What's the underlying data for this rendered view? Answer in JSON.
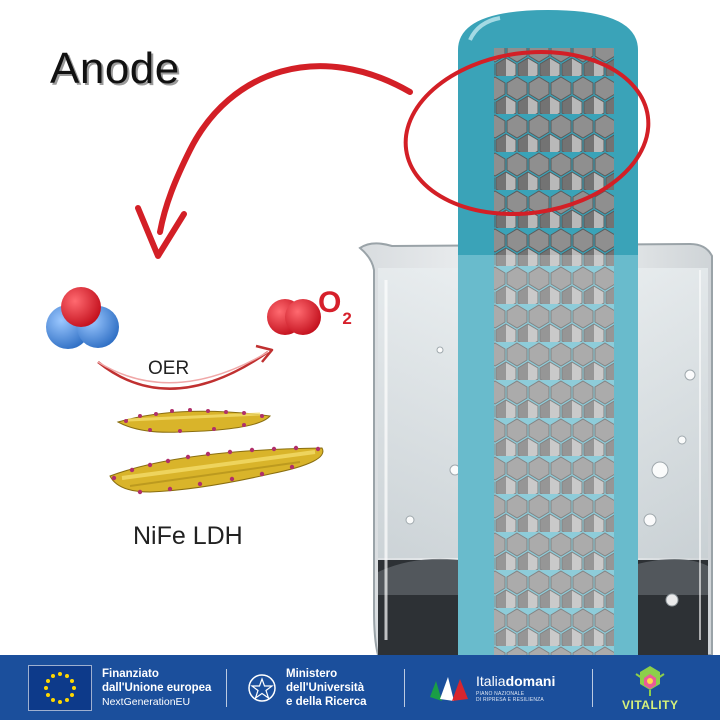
{
  "diagram": {
    "title": "Anode",
    "process_label": "OER",
    "product": {
      "symbol": "O",
      "subscript": "2"
    },
    "material_label": "NiFe LDH"
  },
  "colors": {
    "arrow_red": "#d31f26",
    "oxygen_red": "#d6202b",
    "hydrogen_blue": "#4a8fdc",
    "electrode_teal": "#3aa3b8",
    "footer_blue": "#1b4f9c",
    "ldh_gold": "#d9b42a",
    "ldh_purple": "#b0306a"
  },
  "icons": [
    "eu-flag-icon",
    "republic-emblem-icon",
    "italy-flag-icon",
    "vitality-logo-icon"
  ],
  "footer": {
    "eu": {
      "line1": "Finanziato",
      "line2": "dall'Unione europea",
      "line3": "NextGenerationEU"
    },
    "ministry": {
      "line1": "Ministero",
      "line2": "dell'Università",
      "line3": "e della Ricerca"
    },
    "italiadomani": {
      "word_a": "Italia",
      "word_b": "domani",
      "small1": "PIANO NAZIONALE",
      "small2": "DI RIPRESA E RESILIENZA"
    },
    "vitality": "VITALITY"
  }
}
